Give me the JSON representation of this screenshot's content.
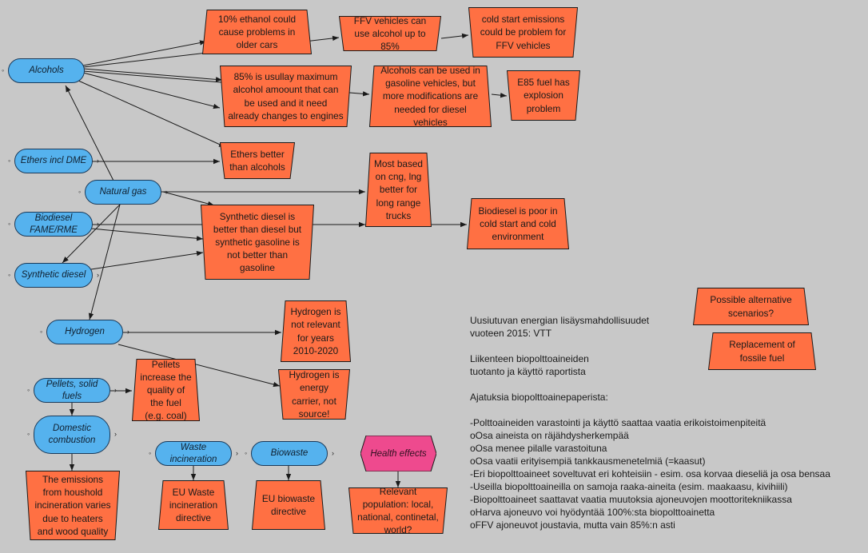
{
  "variables": {
    "alcohols": "Alcohols",
    "ethers": "Ethers incl DME",
    "natural_gas": "Natural gas",
    "biodiesel": "Biodiesel FAME/RME",
    "synthetic_diesel": "Synthetic diesel",
    "hydrogen": "Hydrogen",
    "pellets": "Pellets, solid fuels",
    "domestic_combustion": "Domestic combustion",
    "waste_incineration": "Waste incineration",
    "biowaste": "Biowaste",
    "health_effects": "Health effects"
  },
  "statements": {
    "ethanol_problems": "10% ethanol could cause problems in older cars",
    "ffv_85": "FFV vehicles can use alcohol up to 85%",
    "cold_start": "cold start emissions could be problem for FFV vehicles",
    "max_85": "85% is usullay maximum alcohol amoount that can be used and it need already changes to engines",
    "gasoline_vehicles": "Alcohols can be used in gasoline vehicles, but more modifications are needed for diesel vehicles",
    "e85_explosion": "E85 fuel has explosion problem",
    "ethers_better": "Ethers better than alcohols",
    "cng_lng": "Most based on cng, lng better for long range trucks",
    "synthetic_better": "Synthetic diesel is better than diesel but synthetic gasoline is not better than gasoline",
    "biodiesel_poor": "Biodiesel is poor in cold start and cold environment",
    "hydrogen_not_relevant": "Hydrogen is not relevant for years 2010-2020",
    "hydrogen_carrier": "Hydrogen is energy carrier, not source!",
    "pellets_quality": "Pellets increase the quality of the fuel (e.g. coal)",
    "household_emissions": "The emissions from houshold incineration varies due to heaters and wood quality",
    "eu_waste": "EU Waste incineration directive",
    "eu_biowaste": "EU biowaste directive",
    "relevant_population": "Relevant population: local, national, continetal, world?",
    "alt_scenarios": "Possible alternative scenarios?",
    "replacement": "Replacement of fossile fuel"
  },
  "notes": [
    "Uusiutuvan energian lisäysmahdollisuudet",
    "vuoteen 2015: VTT",
    "",
    "Liikenteen biopolttoaineiden",
    "tuotanto ja käyttö raportista",
    "",
    "Ajatuksia biopolttoainepaperista:",
    "",
    "-Polttoaineiden varastointi ja käyttö saattaa vaatia erikoistoimenpiteitä",
    "oOsa aineista on räjähdysherkempää",
    "oOsa menee pilalle varastoituna",
    "oOsa vaatii erityisempiä tankkausmenetelmiä (=kaasut)",
    "-Eri biopolttoaineet soveltuvat eri kohteisiin - esim. osa korvaa dieseliä ja osa bensaa",
    "-Useilla biopolttoaineilla on samoja raaka-aineita (esim. maakaasu, kivihiili)",
    "-Biopolttoaineet saattavat vaatia muutoksia ajoneuvojen moottoritekniikassa",
    "oHarva ajoneuvo voi hyödyntää 100%:sta biopolttoainetta",
    "oFFV ajoneuvot joustavia, mutta vain 85%:n asti"
  ],
  "colors": {
    "background": "#c8c8c8",
    "variable_fill": "#55b2ee",
    "statement_fill": "#ff7043",
    "health_fill": "#ee4a8e",
    "edge": "#1a1a1a"
  }
}
